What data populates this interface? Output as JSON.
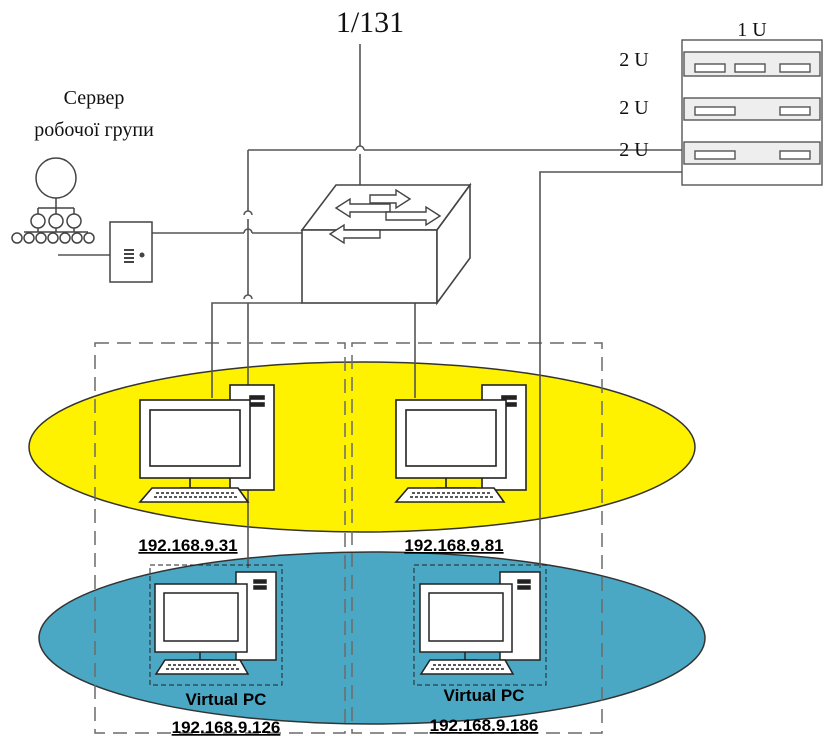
{
  "top_label": "1/131",
  "rack": {
    "label_1u": "1 U",
    "label_2u_a": "2 U",
    "label_2u_b": "2 U",
    "label_2u_c": "2 U"
  },
  "server": {
    "line1": "Сервер",
    "line2": "робочої групи"
  },
  "pcs": [
    {
      "ip": "192.168.9.31"
    },
    {
      "ip": "192.168.9.81"
    }
  ],
  "virtual_pcs": [
    {
      "name": "Virtual PC",
      "ip": "192.168.9.126"
    },
    {
      "name": "Virtual PC",
      "ip": "192.168.9.186"
    }
  ],
  "colors": {
    "yellow_zone": "#fff200",
    "blue_zone": "#4aa8c4",
    "line": "#555555",
    "dash": "#6a6a6a"
  }
}
